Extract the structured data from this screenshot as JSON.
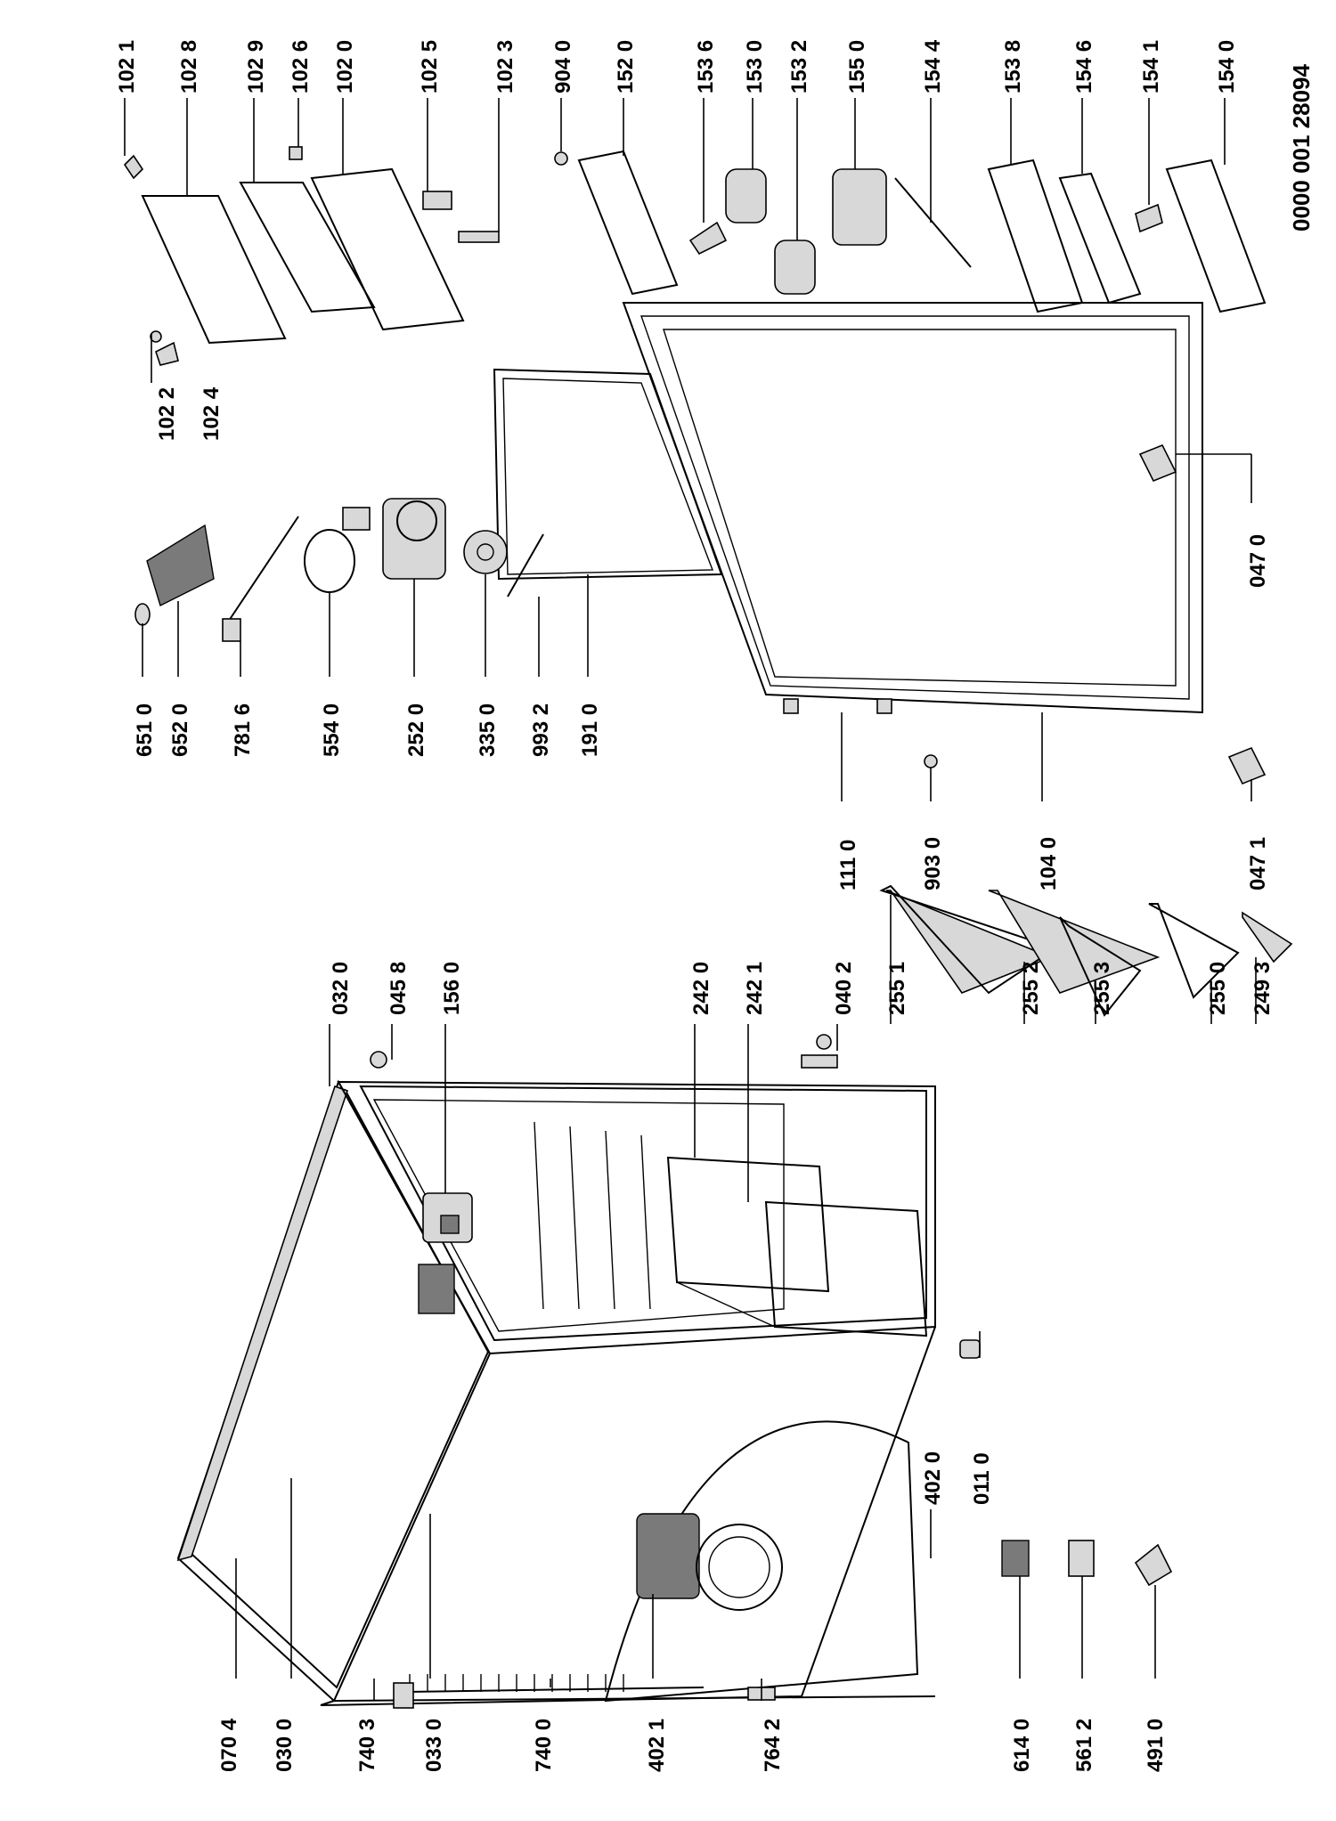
{
  "document_number": "0000 001 28094",
  "labels": {
    "p0704": "070 4",
    "p0300": "030 0",
    "p7403": "740 3",
    "p0330": "033 0",
    "p7400": "740 0",
    "p4021": "402 1",
    "p7642": "764 2",
    "p6140": "614 0",
    "p5612": "561 2",
    "p4910": "491 0",
    "p4020": "402 0",
    "p0110": "011 0",
    "p0320": "032 0",
    "p0458": "045 8",
    "p1560": "156 0",
    "p2420": "242 0",
    "p2421": "242 1",
    "p0402": "040 2",
    "p2551": "255 1",
    "p2552": "255 2",
    "p2553": "255 3",
    "p2550": "255 0",
    "p2493": "249 3",
    "p6510": "651 0",
    "p6520": "652 0",
    "p7816": "781 6",
    "p5540": "554 0",
    "p2520": "252 0",
    "p3350": "335 0",
    "p9932": "993 2",
    "p1910": "191 0",
    "p1110": "111 0",
    "p9030": "903 0",
    "p1040": "104 0",
    "p0471": "047 1",
    "p0470": "047 0",
    "p1022": "102 2",
    "p1024": "102 4",
    "p1021": "102 1",
    "p1028": "102 8",
    "p1029": "102 9",
    "p1026": "102 6",
    "p1020": "102 0",
    "p1025": "102 5",
    "p1023": "102 3",
    "p9040": "904 0",
    "p1520": "152 0",
    "p1536": "153 6",
    "p1530": "153 0",
    "p1532": "153 2",
    "p1550": "155 0",
    "p1544": "154 4",
    "p1538": "153 8",
    "p1546": "154 6",
    "p1541": "154 1",
    "p1540": "154 0"
  }
}
